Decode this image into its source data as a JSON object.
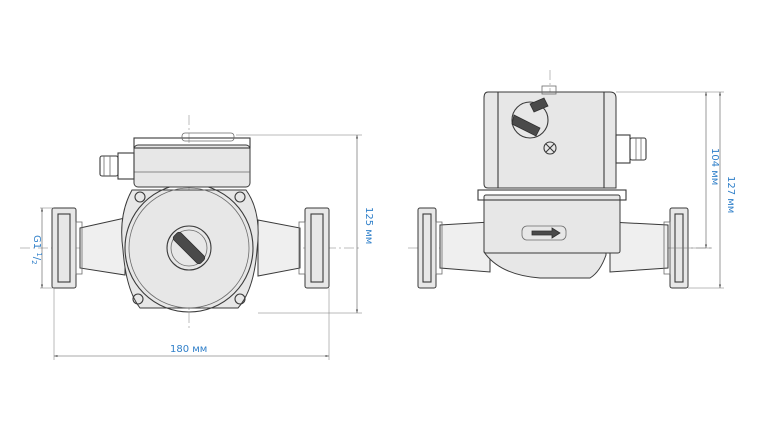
{
  "dimensions": {
    "height_front": "125 мм",
    "width": "180 мм",
    "thread": "G1",
    "thread_fraction_num": "1",
    "thread_fraction_den": "2",
    "height_side_inner": "104 мм",
    "height_side_outer": "127 мм"
  },
  "colors": {
    "dimension_text": "#2f7fc9",
    "outline": "#3a3a3a"
  }
}
